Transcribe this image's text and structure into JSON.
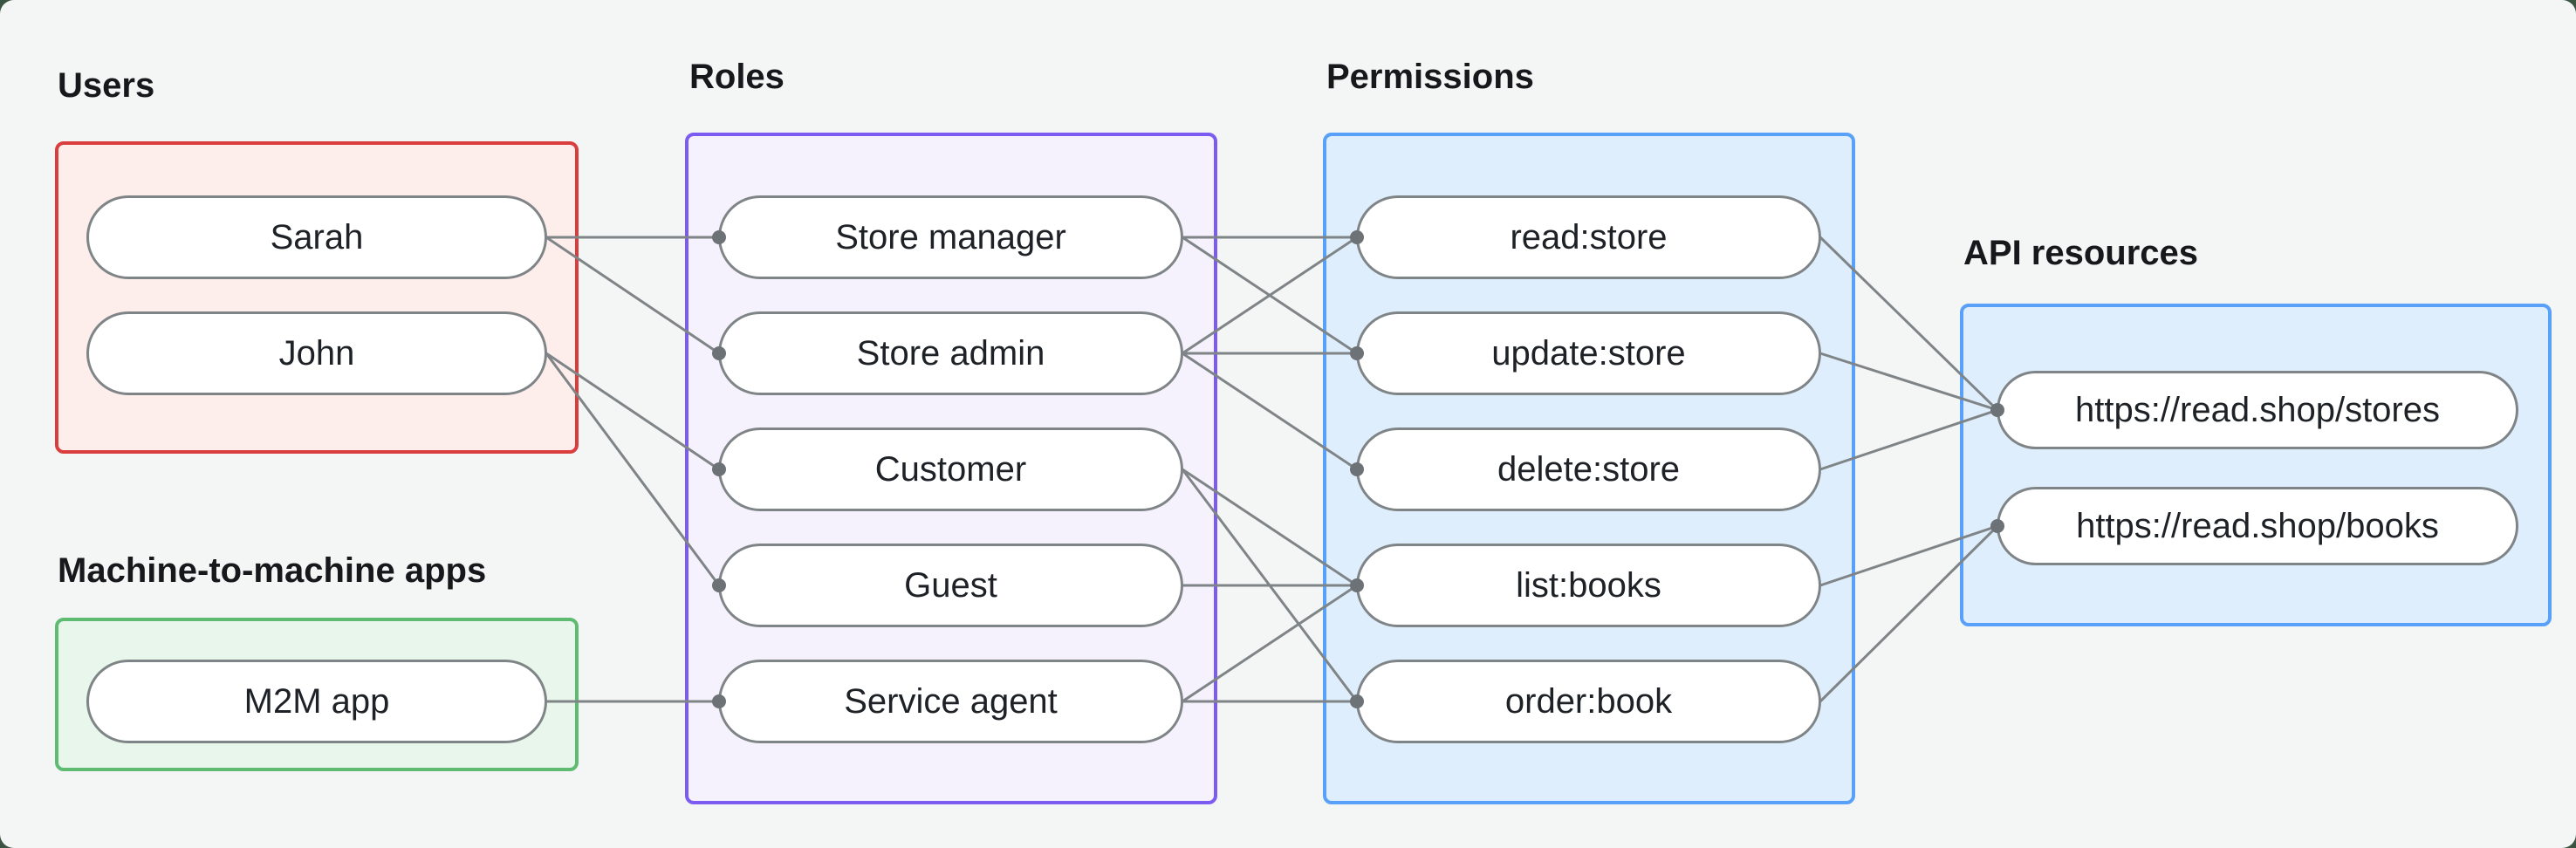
{
  "colors": {
    "page_bg": "#3b5442",
    "canvas_bg": "#f4f6f5",
    "line": "#7f8487",
    "dot": "#6d7276",
    "pill_border": "#7f8487",
    "pill_bg": "#ffffff",
    "pill_text": "#1e2227",
    "label_text": "#16181b"
  },
  "groups": {
    "users": {
      "label": "Users",
      "border": "#da3d3d",
      "fill": "#fdeeec"
    },
    "m2m": {
      "label": "Machine-to-machine apps",
      "border": "#5fba72",
      "fill": "#e9f6eb"
    },
    "roles": {
      "label": "Roles",
      "border": "#7c5cf0",
      "fill": "#f5f1fd"
    },
    "permissions": {
      "label": "Permissions",
      "border": "#58a0f8",
      "fill": "#dfeefc"
    },
    "api": {
      "label": "API resources",
      "border": "#58a0f8",
      "fill": "#dfeefc"
    }
  },
  "nodes": {
    "sarah": "Sarah",
    "john": "John",
    "m2m-app": "M2M app",
    "store-manager": "Store manager",
    "store-admin": "Store admin",
    "customer": "Customer",
    "guest": "Guest",
    "service-agent": "Service agent",
    "read-store": "read:store",
    "update-store": "update:store",
    "delete-store": "delete:store",
    "list-books": "list:books",
    "order-book": "order:book",
    "stores": "https://read.shop/stores",
    "books": "https://read.shop/books"
  },
  "edges": [
    [
      "sarah",
      "store-manager"
    ],
    [
      "sarah",
      "store-admin"
    ],
    [
      "john",
      "customer"
    ],
    [
      "john",
      "guest"
    ],
    [
      "m2m-app",
      "service-agent"
    ],
    [
      "store-manager",
      "read-store"
    ],
    [
      "store-manager",
      "update-store"
    ],
    [
      "store-admin",
      "read-store"
    ],
    [
      "store-admin",
      "update-store"
    ],
    [
      "store-admin",
      "delete-store"
    ],
    [
      "customer",
      "list-books"
    ],
    [
      "customer",
      "order-book"
    ],
    [
      "guest",
      "list-books"
    ],
    [
      "service-agent",
      "list-books"
    ],
    [
      "service-agent",
      "order-book"
    ],
    [
      "read-store",
      "stores"
    ],
    [
      "update-store",
      "stores"
    ],
    [
      "delete-store",
      "stores"
    ],
    [
      "list-books",
      "books"
    ],
    [
      "order-book",
      "books"
    ]
  ]
}
